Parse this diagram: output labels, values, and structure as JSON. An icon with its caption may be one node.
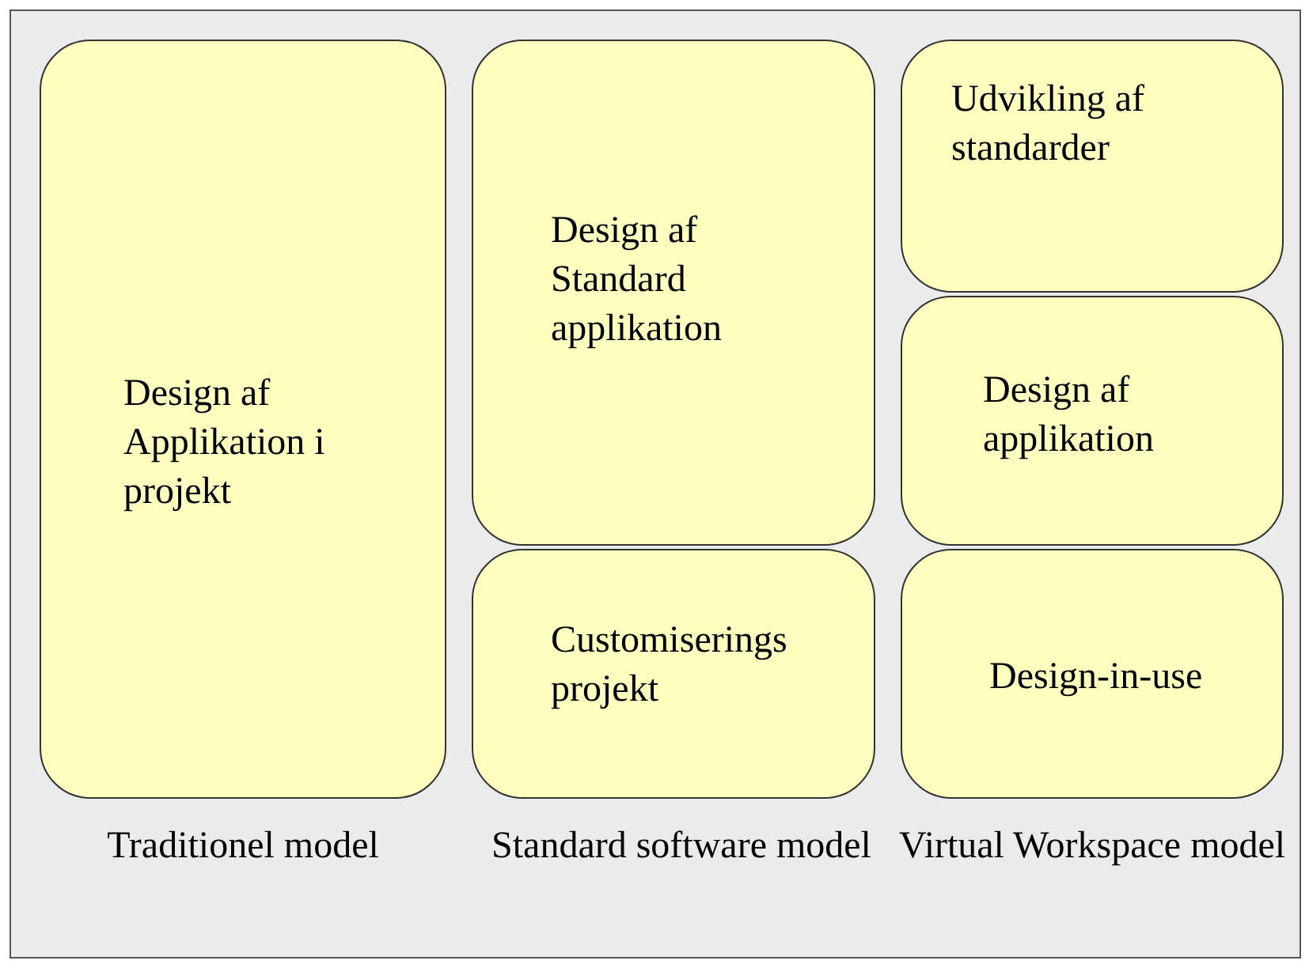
{
  "diagram": {
    "nodes": [
      {
        "text": [
          "Design af Applikation i projekt"
        ]
      },
      {
        "text": [
          "Design af Standard applikation"
        ]
      },
      {
        "text": [
          "Customiserings projekt"
        ]
      },
      {
        "text": [
          "Udvikling af standarder"
        ]
      },
      {
        "text": [
          "Design af applikation"
        ]
      },
      {
        "text": [
          "Design-in-use"
        ]
      }
    ],
    "labels": [
      "Traditionel model",
      "Standard software model",
      "Virtual Workspace model"
    ]
  }
}
